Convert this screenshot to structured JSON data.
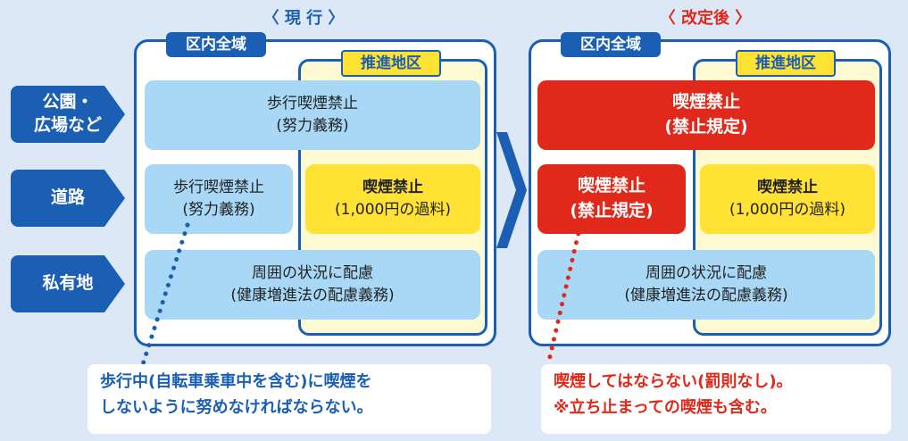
{
  "headers": {
    "current": "〈 現 行 〉",
    "revised": "〈 改定後 〉"
  },
  "row_labels": [
    {
      "line1": "公園・",
      "line2": "広場など"
    },
    {
      "line1": "道路",
      "line2": ""
    },
    {
      "line1": "私有地",
      "line2": ""
    }
  ],
  "current": {
    "ward_tab": "区内全域",
    "district_tab": "推進地区",
    "park": {
      "line1": "歩行喫煙禁止",
      "line2": "(努力義務)"
    },
    "road_ward": {
      "line1": "歩行喫煙禁止",
      "line2": "(努力義務)"
    },
    "road_district": {
      "line1": "喫煙禁止",
      "line2": "(1,000円の過料)"
    },
    "private": {
      "line1": "周囲の状況に配慮",
      "line2": "(健康増進法の配慮義務)"
    },
    "note": {
      "line1": "歩行中(自転車乗車中を含む)に喫煙を",
      "line2": "しないように努めなければならない。"
    }
  },
  "revised": {
    "ward_tab": "区内全域",
    "district_tab": "推進地区",
    "park": {
      "line1": "喫煙禁止",
      "line2": "(禁止規定)"
    },
    "road_ward": {
      "line1": "喫煙禁止",
      "line2": "(禁止規定)"
    },
    "road_district": {
      "line1": "喫煙禁止",
      "line2": "(1,000円の過料)"
    },
    "private": {
      "line1": "周囲の状況に配慮",
      "line2": "(健康増進法の配慮義務)"
    },
    "note": {
      "line1": "喫煙してはならない(罰則なし)。",
      "line2": "※立ち止まっての喫煙も含む。"
    }
  },
  "colors": {
    "primary_blue": "#1a5fb4",
    "light_blue": "#a8d8f5",
    "yellow": "#ffe234",
    "red": "#e0291a",
    "background": "#dce8f6"
  }
}
